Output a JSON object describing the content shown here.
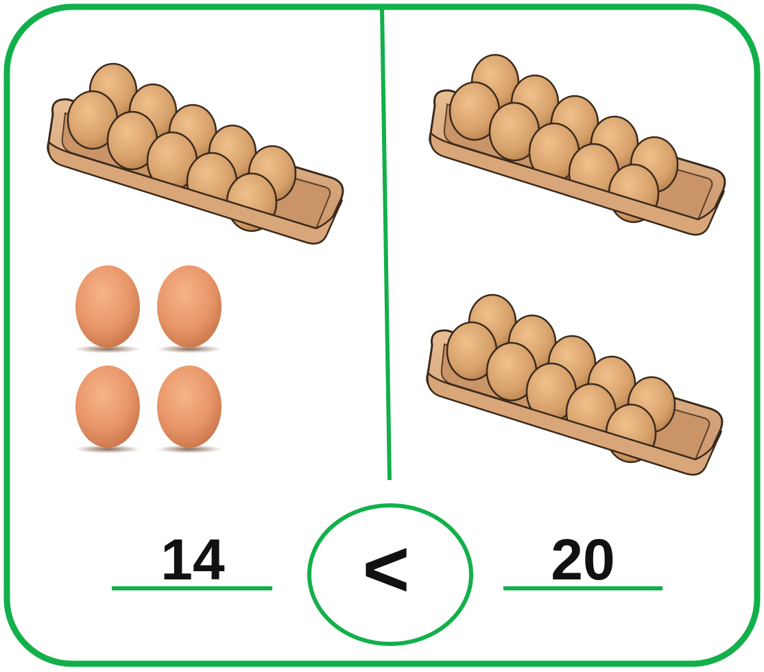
{
  "colors": {
    "frame": "#12b04a",
    "egg_loose": "#e8966a",
    "egg_carton": "#d6a06a",
    "carton": "#d9a679",
    "text": "#111111"
  },
  "comparison": {
    "left_number": "14",
    "symbol": "<",
    "right_number": "20"
  },
  "left_group": {
    "cartons": 1,
    "eggs_per_carton": 10,
    "loose_eggs": 4
  },
  "right_group": {
    "cartons": 2,
    "eggs_per_carton": 10,
    "loose_eggs": 0
  },
  "icons": {
    "carton": "egg-carton-icon",
    "egg": "egg-icon"
  }
}
